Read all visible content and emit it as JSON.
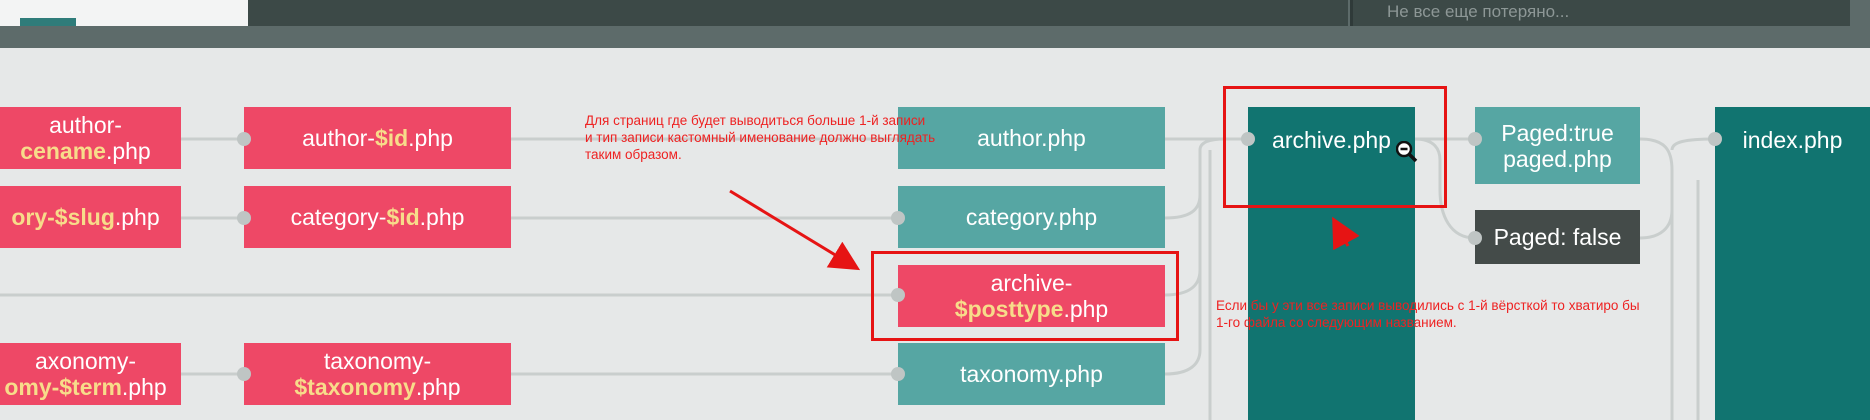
{
  "top": {
    "search_placeholder": "Не все еще потеряно..."
  },
  "flowchart": {
    "col1": {
      "author_line1": "author-",
      "author_bold": "cename",
      "author_ext": ".php",
      "category_bold": "ory-$slug",
      "category_ext": ".php",
      "taxonomy_line1": "axonomy-",
      "taxonomy_bold": "omy-$term",
      "taxonomy_ext": ".php"
    },
    "col2": {
      "author_prefix": "author-",
      "author_bold": "$id",
      "author_ext": ".php",
      "category_prefix": "category-",
      "category_bold": "$id",
      "category_ext": ".php",
      "taxonomy_line1": "taxonomy-",
      "taxonomy_bold": "$taxonomy",
      "taxonomy_ext": ".php"
    },
    "col3": {
      "author": "author.php",
      "category": "category.php",
      "archive_line1": "archive-",
      "archive_bold": "$posttype",
      "archive_ext": ".php",
      "taxonomy": "taxonomy.php"
    },
    "archive": "archive.php",
    "paged_true_line1": "Paged:true",
    "paged_true_line2": "paged.php",
    "paged_false": "Paged: false",
    "index": "index.php"
  },
  "annotations": {
    "note1": [
      "Для страниц где будет выводиться больше 1-й записи",
      "и тип записи кастомный именование должно выглядать",
      "таким образом."
    ],
    "note2": [
      "Если бы у эти все записи выводились с 1-й вёрсткой то хватиро бы",
      "1-го файла со следующим названием."
    ]
  },
  "colors": {
    "red": "#ee4866",
    "teal": "#56a6a3",
    "dark_teal": "#117470",
    "gray": "#444b49",
    "highlight": "#f7dc8a",
    "annotation": "#ee2222"
  }
}
